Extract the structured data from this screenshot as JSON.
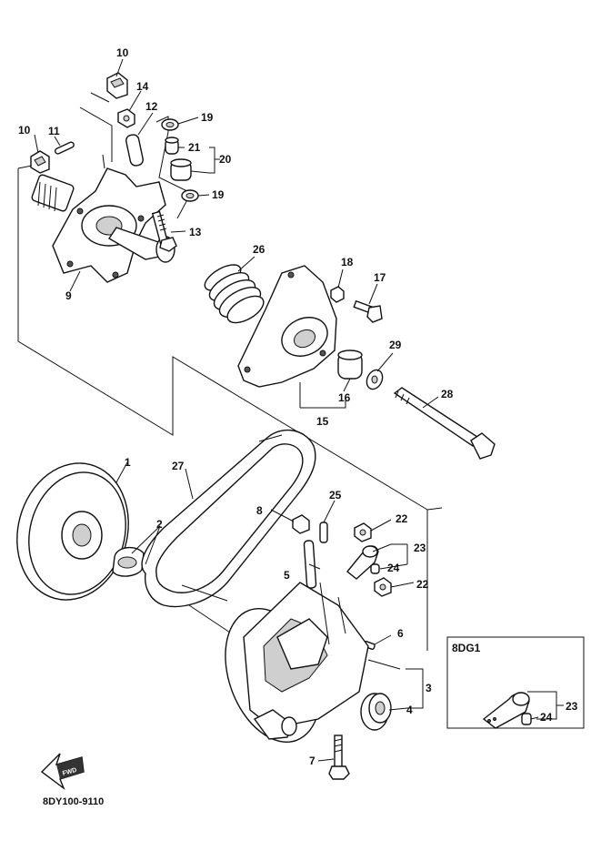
{
  "diagram": {
    "code": "8DY100-9110",
    "inset_title": "8DG1",
    "fwd_label": "FWD",
    "labels": {
      "p1": "1",
      "p2": "2",
      "p3": "3",
      "p4": "4",
      "p5": "5",
      "p6": "6",
      "p7": "7",
      "p8": "8",
      "p9": "9",
      "p10a": "10",
      "p10b": "10",
      "p11": "11",
      "p12": "12",
      "p13": "13",
      "p14": "14",
      "p15": "15",
      "p16": "16",
      "p17": "17",
      "p18": "18",
      "p19a": "19",
      "p19b": "19",
      "p20": "20",
      "p21": "21",
      "p22a": "22",
      "p22b": "22",
      "p23": "23",
      "p24": "24",
      "p25": "25",
      "p26": "26",
      "p27": "27",
      "p28": "28",
      "p29": "29",
      "p23i": "23",
      "p24i": "24"
    }
  }
}
